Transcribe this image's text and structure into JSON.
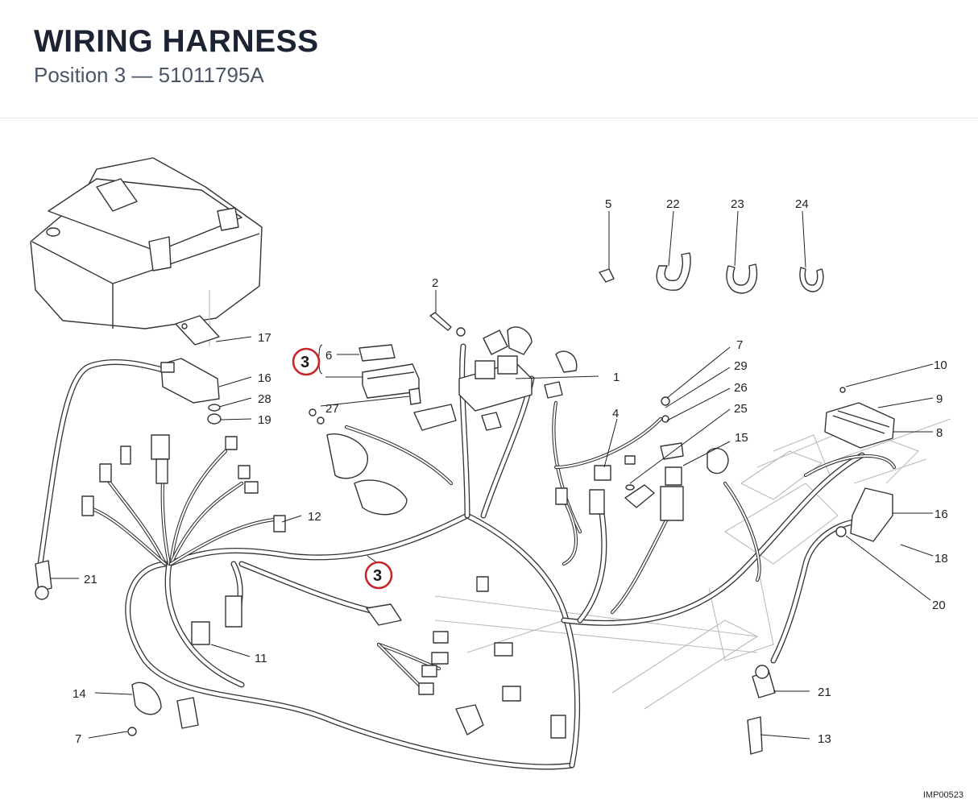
{
  "header": {
    "title": "WIRING HARNESS",
    "subtitle": "Position 3 — 51011795A"
  },
  "footer": {
    "code": "IMP00523"
  },
  "highlight": {
    "color": "#c8262d",
    "label": "3"
  },
  "callouts": {
    "n1": "1",
    "n2": "2",
    "n3": "3",
    "n4": "4",
    "n5": "5",
    "n6": "6",
    "n7a": "7",
    "n7b": "7",
    "n8": "8",
    "n9": "9",
    "n10": "10",
    "n11": "11",
    "n12": "12",
    "n13": "13",
    "n14": "14",
    "n15": "15",
    "n16a": "16",
    "n16b": "16",
    "n17": "17",
    "n18": "18",
    "n19": "19",
    "n20": "20",
    "n21a": "21",
    "n21b": "21",
    "n22": "22",
    "n23": "23",
    "n24": "24",
    "n25": "25",
    "n26": "26",
    "n27": "27",
    "n28": "28",
    "n29": "29"
  }
}
